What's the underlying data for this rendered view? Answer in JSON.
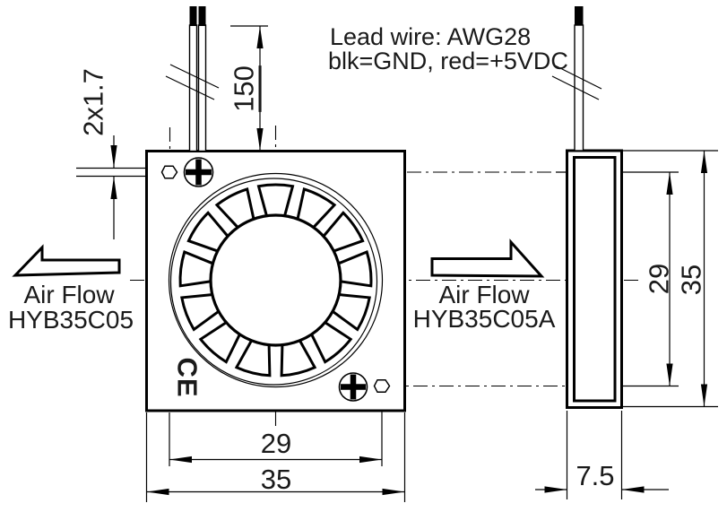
{
  "note": {
    "line1": "Lead wire: AWG28",
    "line2": "blk=GND, red=+5VDC"
  },
  "front_view": {
    "airflow_label": "Air Flow",
    "model": "HYB35C05",
    "ce_mark": "CE",
    "dims": {
      "lead_length": "150",
      "mounting_hole": "2x1.7",
      "hole_spacing": "29",
      "body_width": "35"
    }
  },
  "side_view": {
    "airflow_label": "Air Flow",
    "model": "HYB35C05A",
    "dims": {
      "hole_spacing": "29",
      "body_height": "35",
      "body_depth": "7.5"
    }
  },
  "colors": {
    "line": "#000000",
    "background": "#ffffff"
  }
}
